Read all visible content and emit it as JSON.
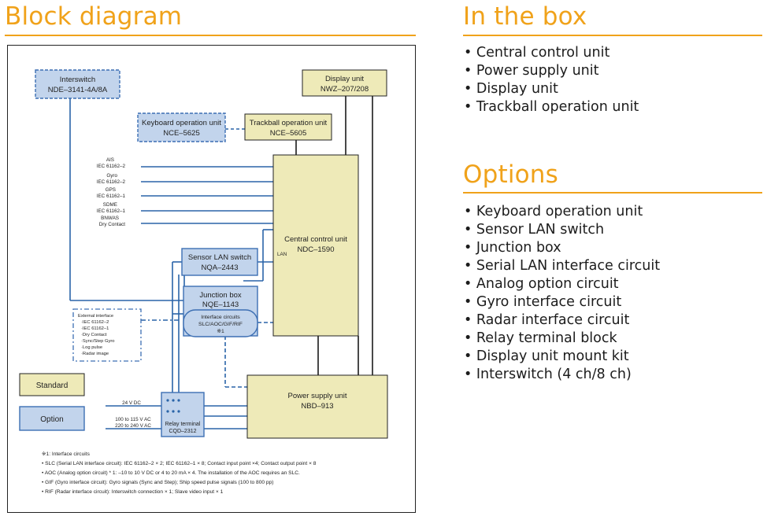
{
  "block_diagram": {
    "title": "Block diagram",
    "boxes": {
      "interswitch": {
        "line1": "Interswitch",
        "line2": "NDE–3141-4A/8A"
      },
      "display_unit": {
        "line1": "Display unit",
        "line2": "NWZ–207/208"
      },
      "keyboard": {
        "line1": "Keyboard operation unit",
        "line2": "NCE–5625"
      },
      "trackball": {
        "line1": "Trackball operation unit",
        "line2": "NCE–5605"
      },
      "central": {
        "line1": "Central control unit",
        "line2": "NDC–1590"
      },
      "sensor_lan": {
        "line1": "Sensor LAN switch",
        "line2": "NQA–2443"
      },
      "junction": {
        "line1": "Junction box",
        "line2": "NQE–1143"
      },
      "interface": {
        "line1": "Interface circuits",
        "line2": "SLC/AOC/GIF/RIF",
        "line3": "※1"
      },
      "power": {
        "line1": "Power supply unit",
        "line2": "NBD–913"
      },
      "relay": {
        "line1": "Relay terminal",
        "line2": "CQD–2312"
      }
    },
    "lan_label": "LAN",
    "inputs": [
      {
        "name": "AIS",
        "std": "IEC 61162–2"
      },
      {
        "name": "Gyro",
        "std": "IEC 61162–2"
      },
      {
        "name": "GPS",
        "std": "IEC 61162–1"
      },
      {
        "name": "SDME",
        "std": "IEC 61162–1"
      },
      {
        "name": "BNWAS",
        "std": "Dry Contact"
      }
    ],
    "external_interface": {
      "title": "External interface",
      "items": [
        "·IEC 61162–2",
        "·IEC 61162–1",
        "·Dry Contact",
        "·Sync/Step Gyro",
        "·Log pulse",
        "·Radar image"
      ]
    },
    "power_labels": {
      "dc": "24 V DC",
      "ac1": "100 to 115 V AC",
      "ac2": "220 to 240 V AC"
    },
    "legend": {
      "standard": "Standard",
      "option": "Option"
    },
    "footnotes": {
      "heading": "※1: Interface circuits",
      "lines": [
        "• SLC (Serial LAN interface circuit): IEC 61162–2 × 2; IEC 61162–1 × 8; Contact input point ×4; Contact output point × 8",
        "• AOC (Analog option circuit) * 1: –10 to 10 V DC or 4 to 20 mA × 4. The installation of the AOC requires an SLC.",
        "• GIF (Gyro interface circuit): Gyro signals (Sync and Step); Ship speed pulse signals (100 to 800 pp)",
        "• RIF (Radar interface circuit): Interswitch connection × 1; Slave video input × 1"
      ]
    },
    "colors": {
      "standard_fill": "#eeeab8",
      "option_fill": "#c2d4ec",
      "option_border": "#3d6fb3",
      "line": "#2a64a8",
      "title": "#f0a21a"
    }
  },
  "in_the_box": {
    "title": "In the box",
    "items": [
      "Central control unit",
      "Power supply unit",
      "Display unit",
      "Trackball operation unit"
    ]
  },
  "options": {
    "title": "Options",
    "items": [
      "Keyboard operation unit",
      "Sensor LAN switch",
      "Junction box",
      "Serial LAN interface circuit",
      "Analog option circuit",
      "Gyro interface circuit",
      "Radar interface circuit",
      "Relay terminal block",
      "Display unit mount kit",
      "Interswitch (4 ch/8 ch)"
    ]
  }
}
